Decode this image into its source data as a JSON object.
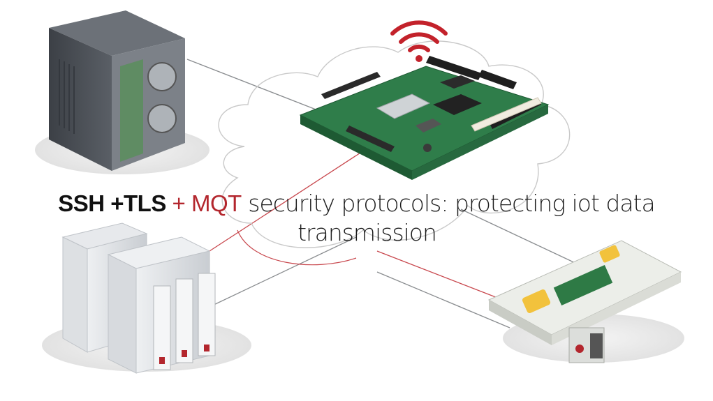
{
  "title": {
    "part_ssh": "SSH +TLS",
    "part_plus": " + ",
    "part_mqt": "MQT",
    "part_rest": " security protocols: protecting iot  data",
    "line2": "transmission"
  },
  "colors": {
    "accent_red": "#b3262d",
    "pcb_green": "#2f7d4a",
    "server_dark": "#4a4f55",
    "storage_silver": "#d9dde1",
    "line_gray": "#8a8d90"
  },
  "icons": [
    "wifi-icon",
    "cloud-icon",
    "server-tower-icon",
    "circuit-board-icon",
    "storage-rack-icon",
    "gateway-device-icon"
  ]
}
